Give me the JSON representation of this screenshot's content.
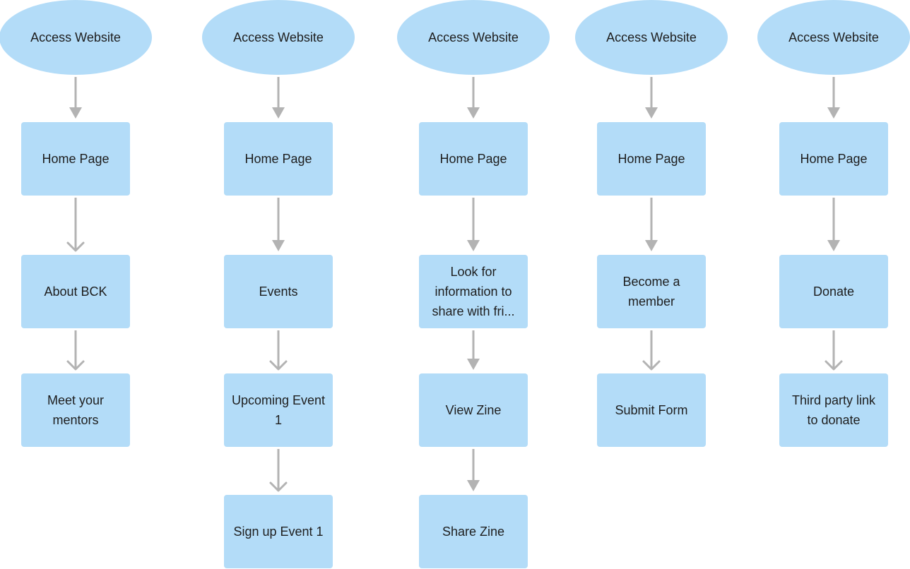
{
  "colors": {
    "node_fill": "#b3dcf8",
    "arrow": "#b3b3b3",
    "text": "#1e1e1e"
  },
  "flows": [
    {
      "name": "about-flow",
      "start": "Access Website",
      "steps": [
        {
          "label": "Home Page",
          "arrow": "filled"
        },
        {
          "label": "About BCK",
          "arrow": "open"
        },
        {
          "label": "Meet your mentors",
          "arrow": "open"
        }
      ]
    },
    {
      "name": "events-flow",
      "start": "Access Website",
      "steps": [
        {
          "label": "Home Page",
          "arrow": "filled"
        },
        {
          "label": "Events",
          "arrow": "filled"
        },
        {
          "label": "Upcoming Event 1",
          "arrow": "open"
        },
        {
          "label": "Sign up Event 1",
          "arrow": "open"
        }
      ]
    },
    {
      "name": "zine-flow",
      "start": "Access Website",
      "steps": [
        {
          "label": "Home Page",
          "arrow": "filled"
        },
        {
          "label": "Look for information to share with fri...",
          "arrow": "filled"
        },
        {
          "label": "View Zine",
          "arrow": "filled"
        },
        {
          "label": "Share Zine",
          "arrow": "filled"
        }
      ]
    },
    {
      "name": "member-flow",
      "start": "Access Website",
      "steps": [
        {
          "label": "Home Page",
          "arrow": "filled"
        },
        {
          "label": "Become a member",
          "arrow": "filled"
        },
        {
          "label": "Submit Form",
          "arrow": "open"
        }
      ]
    },
    {
      "name": "donate-flow",
      "start": "Access Website",
      "steps": [
        {
          "label": "Home Page",
          "arrow": "filled"
        },
        {
          "label": "Donate",
          "arrow": "filled"
        },
        {
          "label": "Third party link to donate",
          "arrow": "open"
        }
      ]
    }
  ]
}
